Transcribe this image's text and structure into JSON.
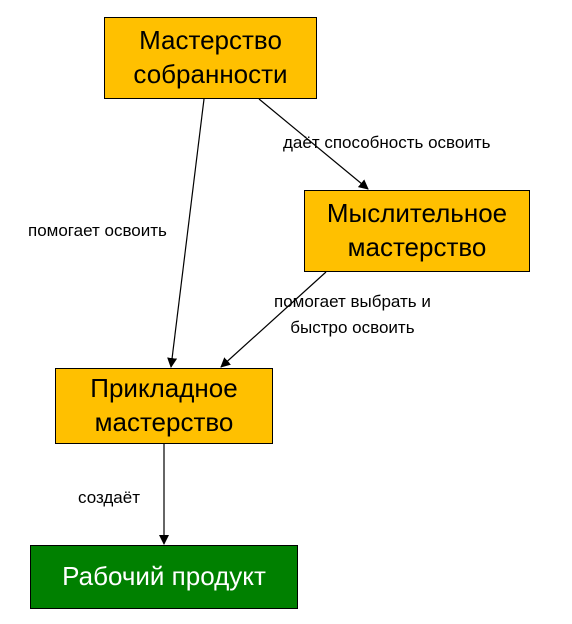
{
  "nodes": {
    "sobrannost": "Мастерство\nсобранности",
    "myslit": "Мыслительное\nмастерство",
    "priklad": "Прикладное\nмастерство",
    "produkt": "Рабочий продукт"
  },
  "edges": {
    "daet": "даёт способность освоить",
    "pomogaet": "помогает освоить",
    "vybrat": "помогает выбрать и\nбыстро освоить",
    "sozdaet": "создаёт"
  },
  "colors": {
    "node_fill": "#ffc000",
    "result_fill": "#008000",
    "result_text": "#ffffff",
    "stroke": "#000000"
  }
}
